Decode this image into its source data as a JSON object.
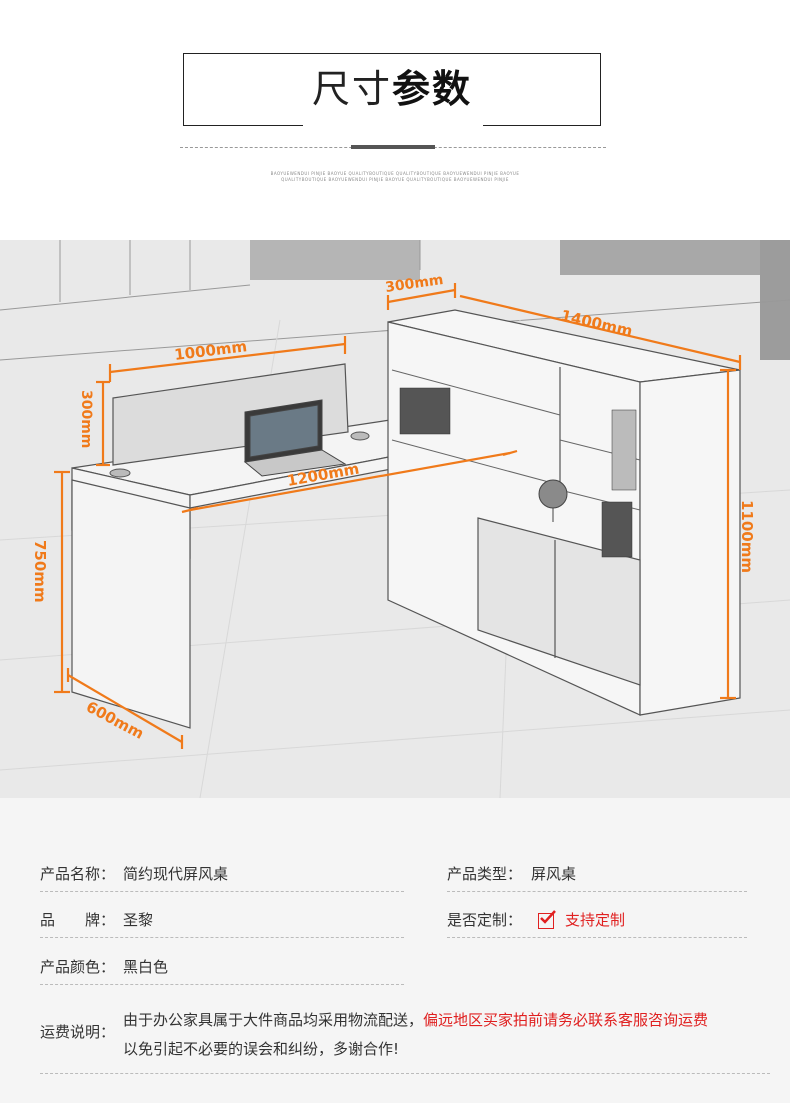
{
  "header": {
    "title_light": "尺寸",
    "title_bold": "参数",
    "subtitle_line1": "BAOYUEWENDUI PINJIE BAOYUE QUALITYBOUTIQUE QUALITYBOUTIQUE BAOYUEWENDUI PINJIE BAOYUE",
    "subtitle_line2": "QUALITYBOUTIQUE BAOYUEWENDUI PINJIE BAOYUE QUALITYBOUTIQUE BAOYUEWENDUI PINJIE"
  },
  "dimensions": {
    "screen_width": "1000mm",
    "screen_height": "300mm",
    "desk_length": "1200mm",
    "desk_height": "750mm",
    "desk_depth": "600mm",
    "cabinet_depth": "300mm",
    "cabinet_length": "1400mm",
    "cabinet_height": "1100mm"
  },
  "info": {
    "name_label": "产品名称：",
    "name_value": "简约现代屏风桌",
    "type_label": "产品类型：",
    "type_value": "屏风桌",
    "brand_label": "品　　牌：",
    "brand_value": "圣黎",
    "custom_label": "是否定制：",
    "custom_value": "支持定制",
    "color_label": "产品颜色：",
    "color_value": "黑白色",
    "shipping_label": "运费说明：",
    "shipping_text1": "由于办公家具属于大件商品均采用物流配送，",
    "shipping_text_red": "偏远地区买家拍前请务必联系客服咨询运费",
    "shipping_text2": "以免引起不必要的误会和纠纷，多谢合作!"
  },
  "colors": {
    "accent": "#f07a1a",
    "highlight_red": "#e02020",
    "info_bg": "#f5f5f5"
  }
}
